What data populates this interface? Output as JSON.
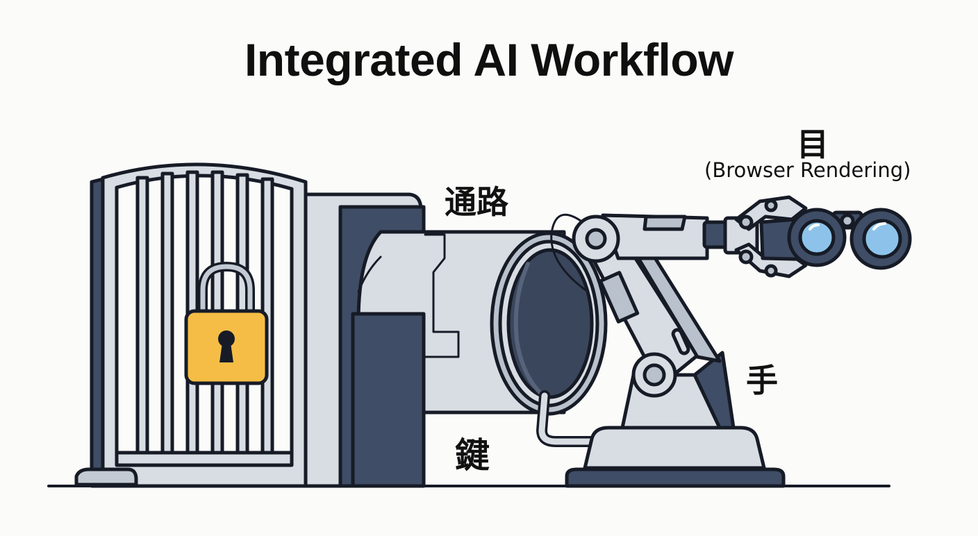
{
  "title": "Integrated AI Workflow",
  "labels": {
    "passage": "通路",
    "eye": "目",
    "eye_caption": "(Browser Rendering)",
    "hand": "手",
    "key": "鍵"
  },
  "colors": {
    "outline": "#161b26",
    "navy": "#3f4d66",
    "steel_light": "#d8dde4",
    "steel_mid": "#b9c1cc",
    "padlock": "#f5bd45",
    "lens": "#8dc3ea",
    "background": "#fbfbfa"
  },
  "icons": [
    "gate",
    "padlock-icon",
    "pipe-tunnel",
    "robot-arm",
    "gripper",
    "binoculars-icon"
  ]
}
